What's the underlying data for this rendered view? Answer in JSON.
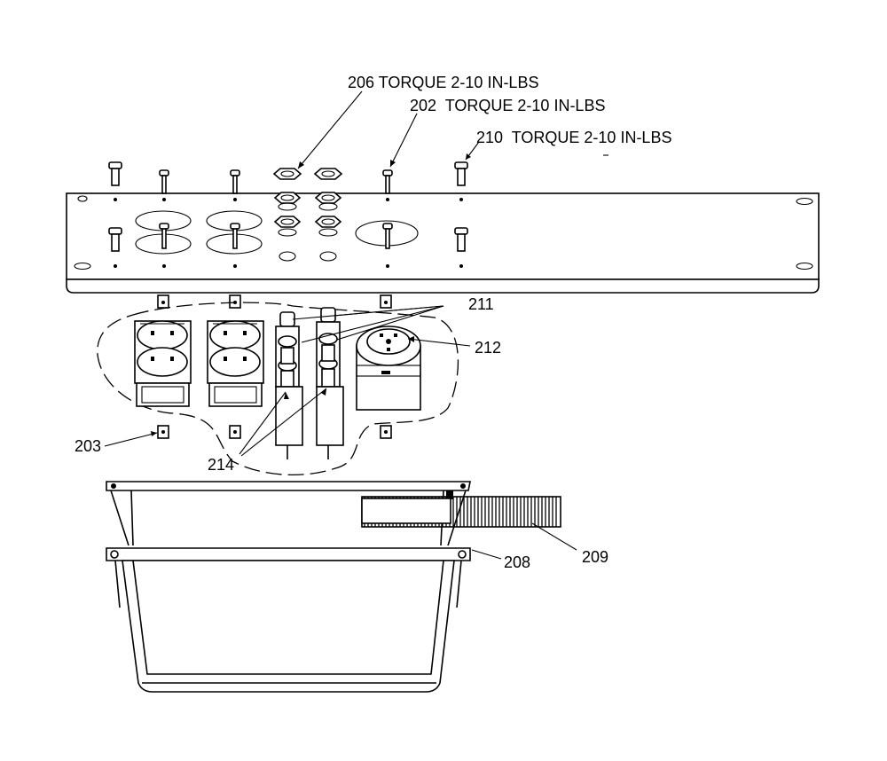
{
  "callouts": {
    "c206": {
      "number": "206",
      "note": "TORQUE 2-10 IN-LBS"
    },
    "c202": {
      "number": "202",
      "note": "TORQUE 2-10 IN-LBS"
    },
    "c210": {
      "number": "210",
      "note": "TORQUE 2-10 IN-LBS"
    },
    "c211": {
      "number": "211"
    },
    "c212": {
      "number": "212"
    },
    "c203": {
      "number": "203"
    },
    "c214": {
      "number": "214"
    },
    "c208": {
      "number": "208"
    },
    "c209": {
      "number": "209"
    }
  },
  "colors": {
    "line": "#000000",
    "background": "#ffffff"
  }
}
